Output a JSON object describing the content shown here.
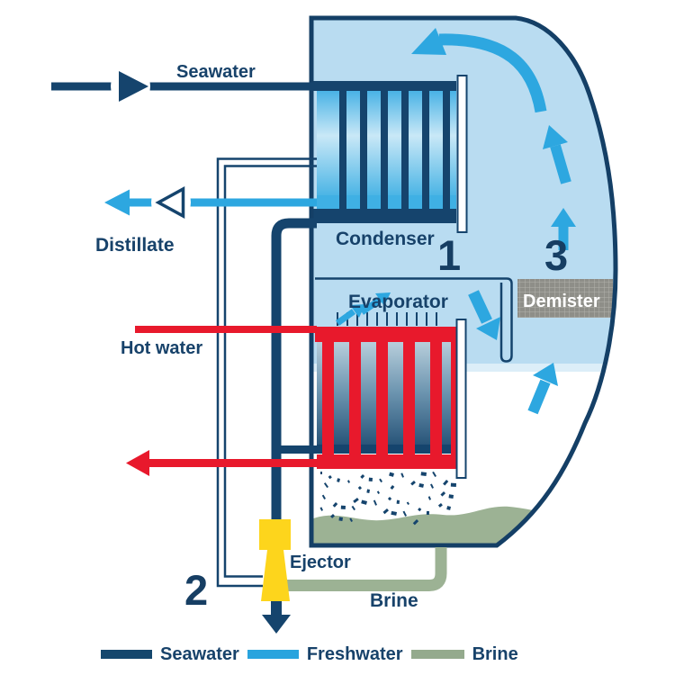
{
  "diagram": {
    "labels": {
      "seawater_line": "Seawater",
      "distillate": "Distillate",
      "hot_water": "Hot water",
      "condenser": "Condenser",
      "evaporator": "Evaporator",
      "demister": "Demister",
      "ejector": "Ejector",
      "brine_line": "Brine"
    },
    "stage_numbers": {
      "condenser_stage": "1",
      "ejector_stage": "2",
      "separator_stage": "3"
    },
    "legend": {
      "items": [
        {
          "label": "Seawater",
          "color": "#15476d"
        },
        {
          "label": "Freshwater",
          "color": "#29a4de"
        },
        {
          "label": "Brine",
          "color": "#94aa8d"
        }
      ]
    },
    "colors": {
      "navy_pipe": "#15446d",
      "freshwater_blue": "#2da7e0",
      "hot_water_red": "#e8192c",
      "brine_green": "#9cb294",
      "vessel_fill": "#b9dcf1",
      "ejector_yellow": "#fdd51c",
      "demister_gray": "#8e8e88",
      "text_navy": "#17426a"
    }
  }
}
